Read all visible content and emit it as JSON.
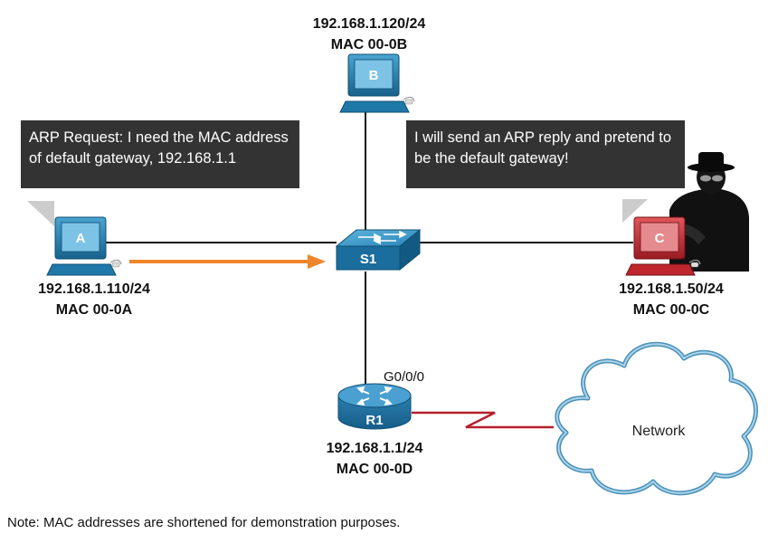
{
  "hosts": {
    "a": {
      "letter": "A",
      "ip": "192.168.1.110/24",
      "mac": "MAC 00-0A"
    },
    "b": {
      "letter": "B",
      "ip": "192.168.1.120/24",
      "mac": "MAC 00-0B"
    },
    "c": {
      "letter": "C",
      "ip": "192.168.1.50/24",
      "mac": "MAC 00-0C"
    }
  },
  "switch": {
    "name": "S1"
  },
  "router": {
    "name": "R1",
    "interface": "G0/0/0",
    "ip": "192.168.1.1/24",
    "mac": "MAC 00-0D"
  },
  "cloud": {
    "label": "Network"
  },
  "bubbles": {
    "request": {
      "line1": "ARP Request: I need the MAC address",
      "line2": "of default gateway, 192.168.1.1"
    },
    "attacker": {
      "line1": "I will send an ARP reply and pretend to",
      "line2": "be the default gateway!"
    }
  },
  "note": "Note: MAC addresses are shortened for demonstration purposes.",
  "colors": {
    "pc_blue": "#1f78a8",
    "pc_red": "#c0262d",
    "arrow_orange": "#f0862a",
    "serial_red": "#b5202d",
    "bubble_dark": "#333333",
    "cloud_blue": "#4a90b8"
  }
}
